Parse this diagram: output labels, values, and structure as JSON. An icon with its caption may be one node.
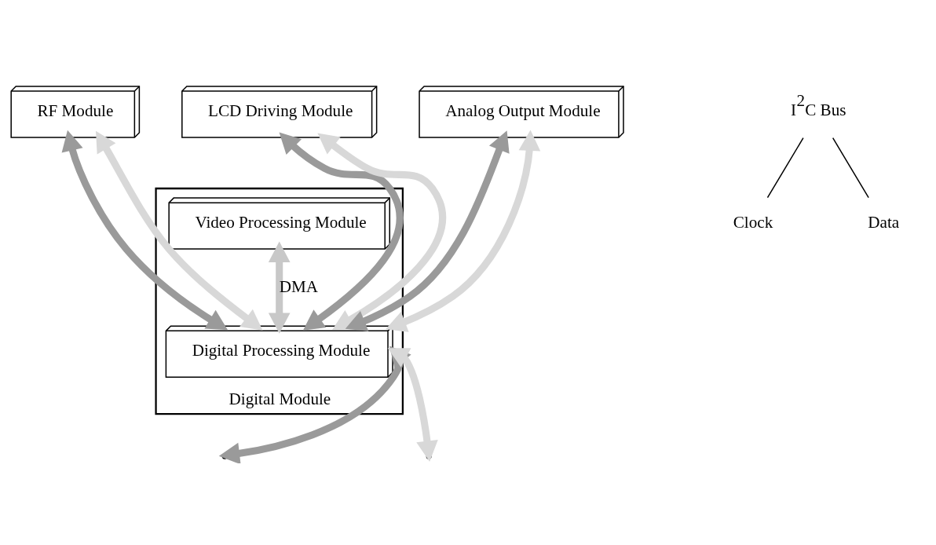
{
  "diagram": {
    "nodes": [
      {
        "text": [
          "Digital Module"
        ]
      },
      {
        "text": [
          "Video Processing Module"
        ],
        "in": 0
      },
      {
        "text": [
          "Digital Processing Module"
        ],
        "in": 0
      },
      {
        "text": [
          "RF Module"
        ]
      },
      {
        "text": [
          "LCD Driving Module"
        ]
      },
      {
        "text": [
          "Analog Output Module"
        ]
      },
      {
        "text": [
          "Clock"
        ]
      },
      {
        "text": [
          "Data"
        ]
      },
      {
        "text": [
          "I$^{2}$C Bus"
        ]
      }
    ],
    "edges": [
      {
        "from": 1,
        "to": 2,
        "arrow": "both",
        "label": "DMA",
        "color": "#c8c8c8"
      },
      {
        "from": 2,
        "to": 3,
        "arrow": "both",
        "color": "#9a9a9a"
      },
      {
        "from": 2,
        "to": 4,
        "arrow": "both",
        "color": "#9a9a9a"
      },
      {
        "from": 2,
        "to": 5,
        "arrow": "both",
        "color": "#9a9a9a"
      },
      {
        "from": 2,
        "to": null,
        "arrow": "both",
        "color": "#9a9a9a"
      },
      {
        "from": 2,
        "to": 3,
        "arrow": "both",
        "color": "#d8d8d8"
      },
      {
        "from": 2,
        "to": 4,
        "arrow": "both",
        "color": "#d8d8d8"
      },
      {
        "from": 2,
        "to": 5,
        "arrow": "both",
        "color": "#d8d8d8"
      },
      {
        "from": 2,
        "to": null,
        "arrow": "both",
        "color": "#d8d8d8"
      },
      {
        "from": 8,
        "to": 6,
        "arrow": "none",
        "color": "#000000"
      },
      {
        "from": 8,
        "to": 7,
        "arrow": "none",
        "color": "#000000"
      }
    ]
  }
}
